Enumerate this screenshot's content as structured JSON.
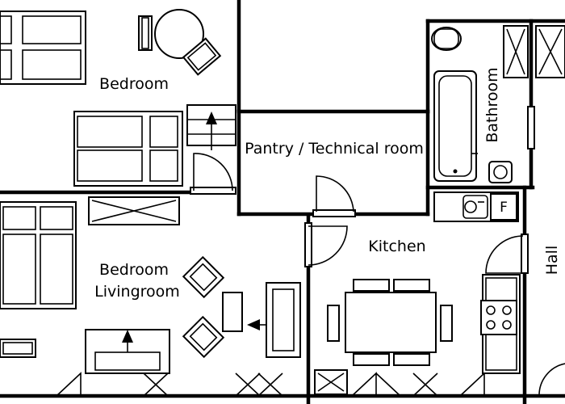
{
  "rooms": {
    "bedroom": "Bedroom",
    "pantry": "Pantry / Technical room",
    "bathroom": "Bathroom",
    "bedroom_livingroom_line1": "Bedroom",
    "bedroom_livingroom_line2": "Livingroom",
    "kitchen": "Kitchen",
    "hall": "Hall"
  },
  "fixtures": {
    "fridge_label": "F"
  },
  "colors": {
    "wall": "#000000",
    "background": "#ffffff"
  }
}
